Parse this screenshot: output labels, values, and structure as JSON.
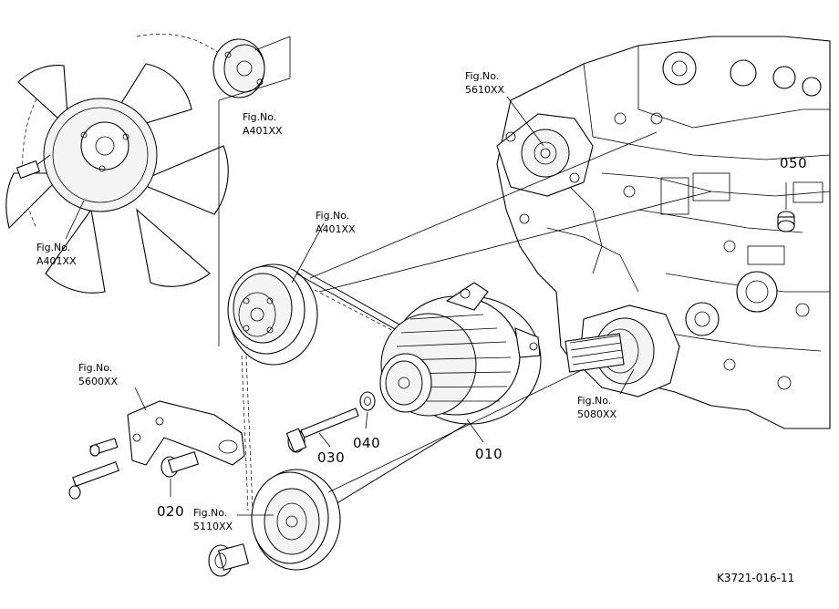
{
  "callouts": [
    {
      "id": "fan-top",
      "line1": "Fig.No.",
      "line2": "A401XX"
    },
    {
      "id": "fan-left",
      "line1": "Fig.No.",
      "line2": "A401XX"
    },
    {
      "id": "pulley",
      "line1": "Fig.No.",
      "line2": "A401XX"
    },
    {
      "id": "waterpump",
      "line1": "Fig.No.",
      "line2": "5610XX"
    },
    {
      "id": "bracket",
      "line1": "Fig.No.",
      "line2": "5600XX"
    },
    {
      "id": "crank",
      "line1": "Fig.No.",
      "line2": "5110XX"
    },
    {
      "id": "gearcase",
      "line1": "Fig.No.",
      "line2": "5080XX"
    }
  ],
  "parts": [
    {
      "id": "010",
      "label": "010"
    },
    {
      "id": "020",
      "label": "020"
    },
    {
      "id": "030",
      "label": "030"
    },
    {
      "id": "040",
      "label": "040"
    },
    {
      "id": "050",
      "label": "050"
    }
  ],
  "reference": "K3721-016-11"
}
